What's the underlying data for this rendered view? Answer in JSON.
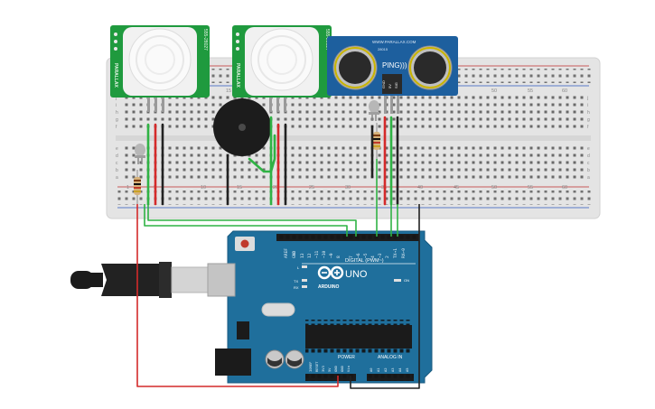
{
  "colors": {
    "breadboard": "#e6e6e6",
    "pir_board": "#1f9a3e",
    "ping_board": "#1d5f9e",
    "arduino_board": "#1f6f9c",
    "wire_red": "#d42a2a",
    "wire_black": "#222222",
    "wire_green": "#2fb344",
    "buzzer": "#1c1c1c"
  },
  "pir_sensors": [
    {
      "brand": "PARALLAX",
      "model": "555-28027"
    },
    {
      "brand": "PARALLAX",
      "model": "555-28027"
    }
  ],
  "ping_sensor": {
    "url": "WWW.PARALLAX.COM",
    "name": "PING)))",
    "model": "28015",
    "pins": [
      "GND",
      "5V",
      "SIG"
    ]
  },
  "breadboard": {
    "col_numbers": [
      "1",
      "5",
      "10",
      "15",
      "20",
      "25",
      "30",
      "35",
      "40",
      "45",
      "50",
      "55",
      "60"
    ],
    "row_letters_top": [
      "j",
      "i",
      "h",
      "g",
      "f"
    ],
    "row_letters_bottom": [
      "e",
      "d",
      "c",
      "b",
      "a"
    ]
  },
  "arduino": {
    "aref_label": "AREF",
    "gnd_label": "GND",
    "digital_label": "DIGITAL (PWM~)",
    "digital_pins": [
      "13",
      "12",
      "~11",
      "~10",
      "~9",
      "8",
      "7",
      "~6",
      "~5",
      "4",
      "~3",
      "2",
      "TX→1",
      "RX←0"
    ],
    "logo": "ARDUINO",
    "model": "UNO",
    "on_label": "ON",
    "led_labels": [
      "L",
      "TX",
      "RX"
    ],
    "power_label": "POWER",
    "analog_label": "ANALOG IN",
    "power_pins": [
      "IOREF",
      "RESET",
      "3V3",
      "5V",
      "GND",
      "GND",
      "Vin"
    ],
    "analog_pins": [
      "A0",
      "A1",
      "A2",
      "A3",
      "A4",
      "A5"
    ]
  }
}
